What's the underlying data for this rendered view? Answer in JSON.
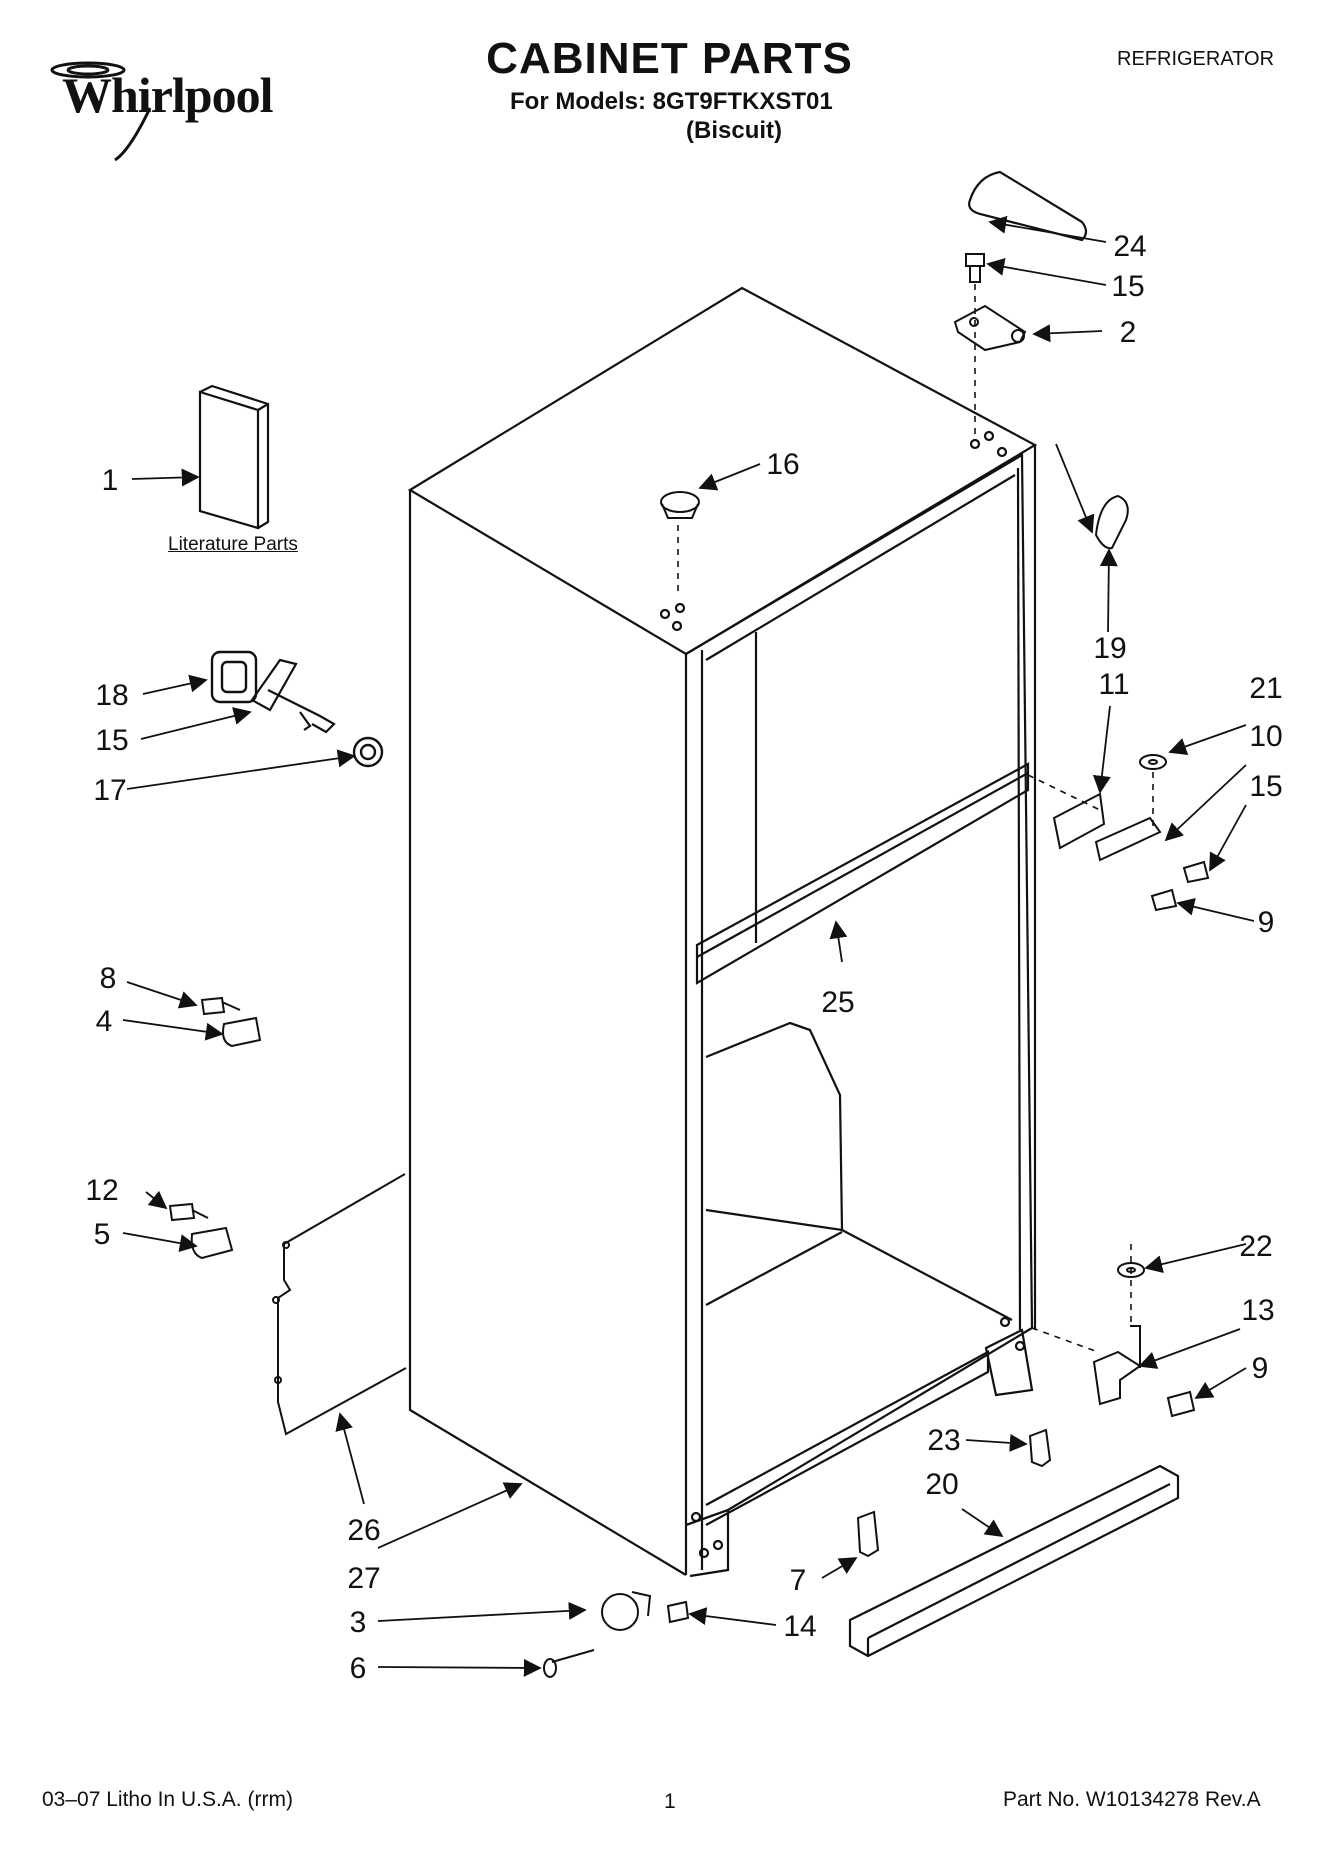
{
  "header": {
    "brand": "Whirlpool",
    "title": "CABINET PARTS",
    "models": "For Models: 8GT9FTKXST01",
    "color": "(Biscuit)",
    "category": "REFRIGERATOR"
  },
  "footer": {
    "litho": "03–07 Litho In U.S.A. (rrm)",
    "page": "1",
    "part_no": "Part No. W10134278 Rev.A"
  },
  "literature_label": "Literature Parts",
  "callouts": [
    {
      "id": "c1",
      "number": "1"
    },
    {
      "id": "c2",
      "number": "2"
    },
    {
      "id": "c3",
      "number": "3"
    },
    {
      "id": "c4",
      "number": "4"
    },
    {
      "id": "c5",
      "number": "5"
    },
    {
      "id": "c6",
      "number": "6"
    },
    {
      "id": "c7",
      "number": "7"
    },
    {
      "id": "c8",
      "number": "8"
    },
    {
      "id": "c9a",
      "number": "9"
    },
    {
      "id": "c9b",
      "number": "9"
    },
    {
      "id": "c10",
      "number": "10"
    },
    {
      "id": "c11",
      "number": "11"
    },
    {
      "id": "c12",
      "number": "12"
    },
    {
      "id": "c13",
      "number": "13"
    },
    {
      "id": "c14",
      "number": "14"
    },
    {
      "id": "c15a",
      "number": "15"
    },
    {
      "id": "c15b",
      "number": "15"
    },
    {
      "id": "c15c",
      "number": "15"
    },
    {
      "id": "c16",
      "number": "16"
    },
    {
      "id": "c17",
      "number": "17"
    },
    {
      "id": "c18",
      "number": "18"
    },
    {
      "id": "c19",
      "number": "19"
    },
    {
      "id": "c20",
      "number": "20"
    },
    {
      "id": "c21",
      "number": "21"
    },
    {
      "id": "c22",
      "number": "22"
    },
    {
      "id": "c23",
      "number": "23"
    },
    {
      "id": "c24",
      "number": "24"
    },
    {
      "id": "c25",
      "number": "25"
    },
    {
      "id": "c26",
      "number": "26"
    },
    {
      "id": "c27",
      "number": "27"
    }
  ]
}
